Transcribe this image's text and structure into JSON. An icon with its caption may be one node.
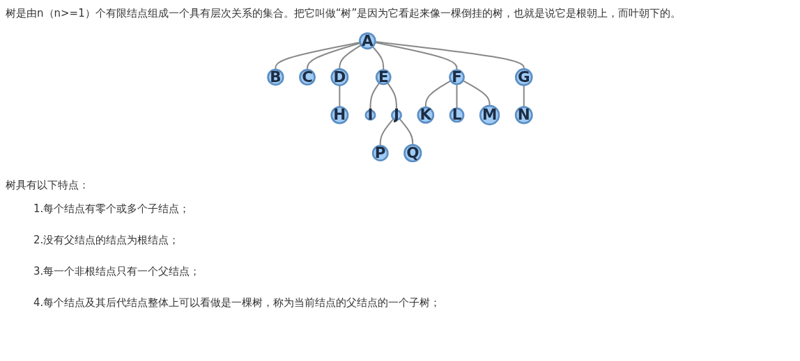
{
  "diagram": {
    "nodes": [
      {
        "text": [
          "A"
        ]
      },
      {
        "text": [
          "B"
        ]
      },
      {
        "text": [
          "C"
        ]
      },
      {
        "text": [
          "D"
        ]
      },
      {
        "text": [
          "E"
        ]
      },
      {
        "text": [
          "F"
        ]
      },
      {
        "text": [
          "G"
        ]
      },
      {
        "text": [
          "H"
        ]
      },
      {
        "text": [
          "I"
        ]
      },
      {
        "text": [
          "J"
        ]
      },
      {
        "text": [
          "K"
        ]
      },
      {
        "text": [
          "L"
        ]
      },
      {
        "text": [
          "M"
        ]
      },
      {
        "text": [
          "N"
        ]
      },
      {
        "text": [
          "P"
        ]
      },
      {
        "text": [
          "Q"
        ]
      }
    ],
    "edges": [
      {
        "from": 0,
        "to": 1,
        "arrow": "none"
      },
      {
        "from": 0,
        "to": 2,
        "arrow": "none"
      },
      {
        "from": 0,
        "to": 3,
        "arrow": "none"
      },
      {
        "from": 0,
        "to": 4,
        "arrow": "none"
      },
      {
        "from": 0,
        "to": 5,
        "arrow": "none"
      },
      {
        "from": 0,
        "to": 6,
        "arrow": "none"
      },
      {
        "from": 3,
        "to": 7,
        "arrow": "none"
      },
      {
        "from": 4,
        "to": 8,
        "arrow": "none"
      },
      {
        "from": 4,
        "to": 9,
        "arrow": "none"
      },
      {
        "from": 5,
        "to": 10,
        "arrow": "none"
      },
      {
        "from": 5,
        "to": 11,
        "arrow": "none"
      },
      {
        "from": 5,
        "to": 12,
        "arrow": "none"
      },
      {
        "from": 6,
        "to": 13,
        "arrow": "none"
      },
      {
        "from": 9,
        "to": 14,
        "arrow": "none"
      },
      {
        "from": 9,
        "to": 15,
        "arrow": "none"
      }
    ],
    "labels": [
      "树是由n（n>=1）个有限结点组成一个具有层次关系的集合。把它叫做“树”是因为它看起来像一棵倒挂的树，也就是说它是根朝上，而叶朝下的。",
      "树具有以下特点：",
      "1.每个结点有零个或多个子结点；",
      "2.没有父结点的结点为根结点；",
      "3.每一个非根结点只有一个父结点；",
      "4.每个结点及其后代结点整体上可以看做是一棵树，称为当前结点的父结点的一个子树；"
    ]
  }
}
